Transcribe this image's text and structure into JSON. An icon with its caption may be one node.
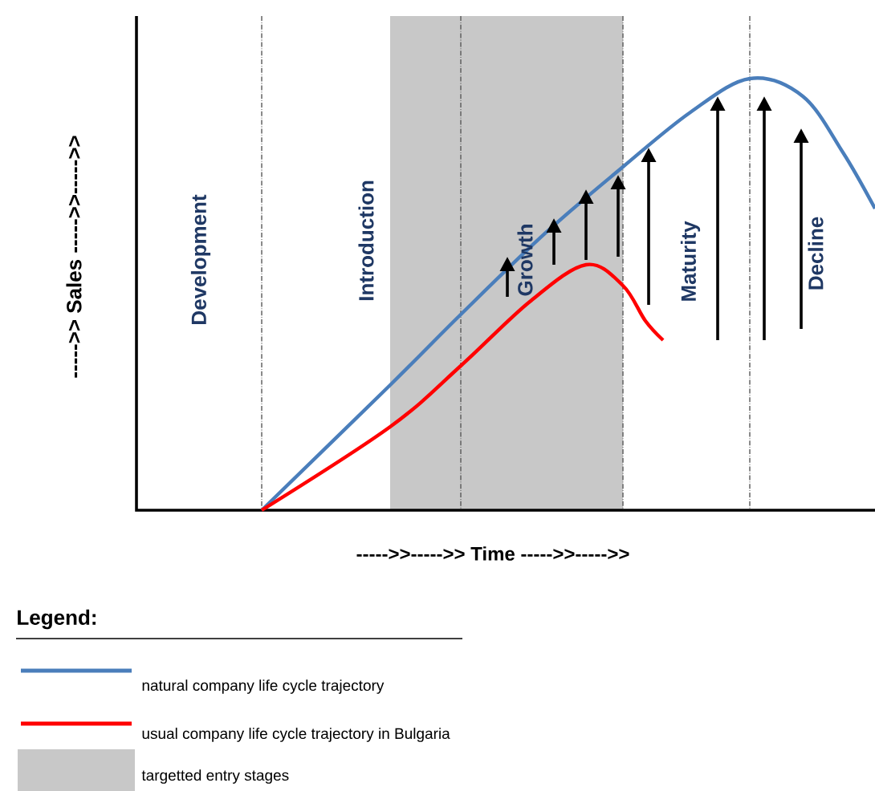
{
  "diagram": {
    "labels": [
      "----->> Sales ----->>----->>",
      "Development",
      "Introduction",
      "Growth",
      "Maturity",
      "Decline",
      "----->>----->>  Time  ----->>----->>",
      "Legend:"
    ],
    "legend": [
      {
        "text": "natural company life cycle trajectory"
      },
      {
        "text": "usual company life cycle trajectory in Bulgaria"
      },
      {
        "text": "targetted entry stages",
        "color": "#c8c8c8"
      }
    ]
  }
}
